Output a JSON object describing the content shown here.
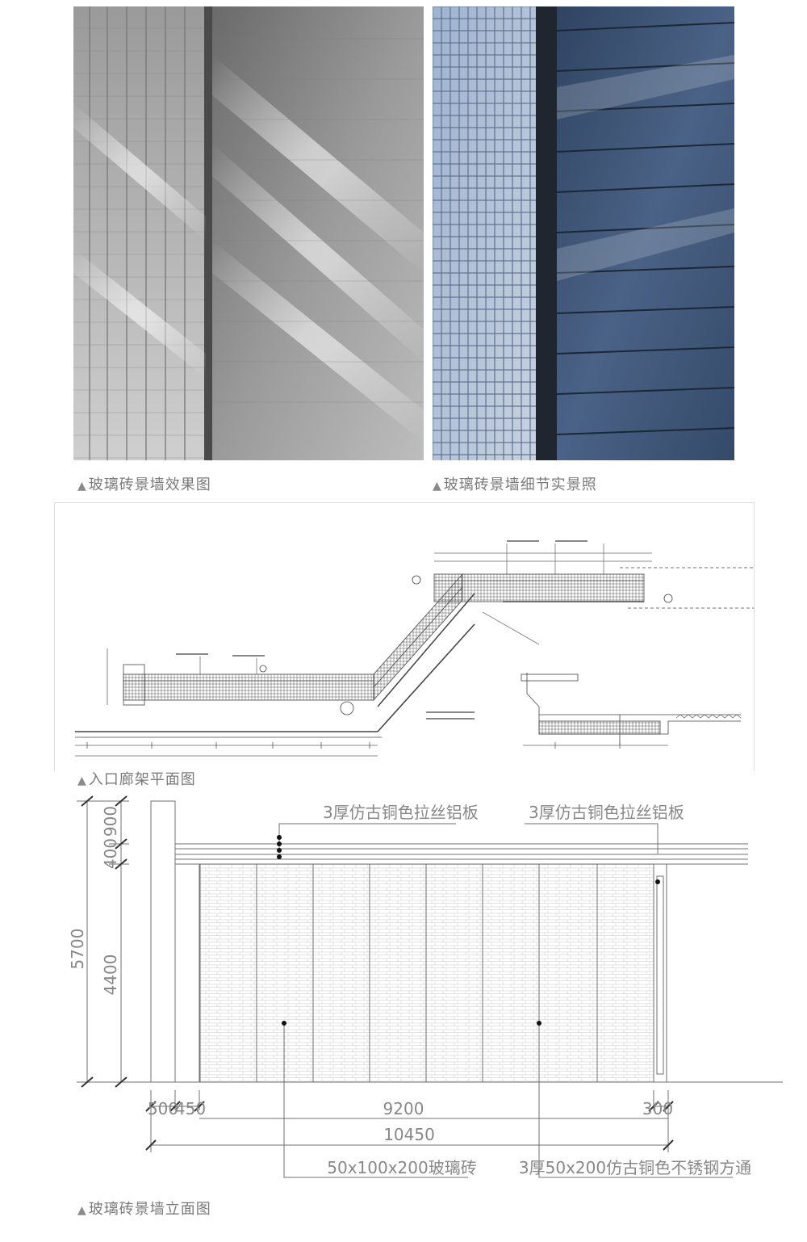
{
  "captions": {
    "photo_left": "玻璃砖景墙效果图",
    "photo_right": "玻璃砖景墙细节实景照",
    "plan": "入口廊架平面图",
    "elevation": "玻璃砖景墙立面图"
  },
  "caption_marker": "▲",
  "elevation": {
    "callout_left": "3厚仿古铜色拉丝铝板",
    "callout_right": "3厚仿古铜色拉丝铝板",
    "dim_top": "900",
    "dim_mid": "400",
    "dim_total_height": "5700",
    "dim_lower": "4400",
    "dim_500": "500",
    "dim_450": "450",
    "dim_9200": "9200",
    "dim_300": "300",
    "dim_total_width": "10450",
    "label_glass_brick": "50x100x200玻璃砖",
    "label_steel_tube": "3厚50x200仿古铜色不锈钢方通"
  },
  "colors": {
    "caption": "#7a7a7a",
    "drawing_line": "#6e6e6e",
    "steel_blue": "#3f5571"
  }
}
